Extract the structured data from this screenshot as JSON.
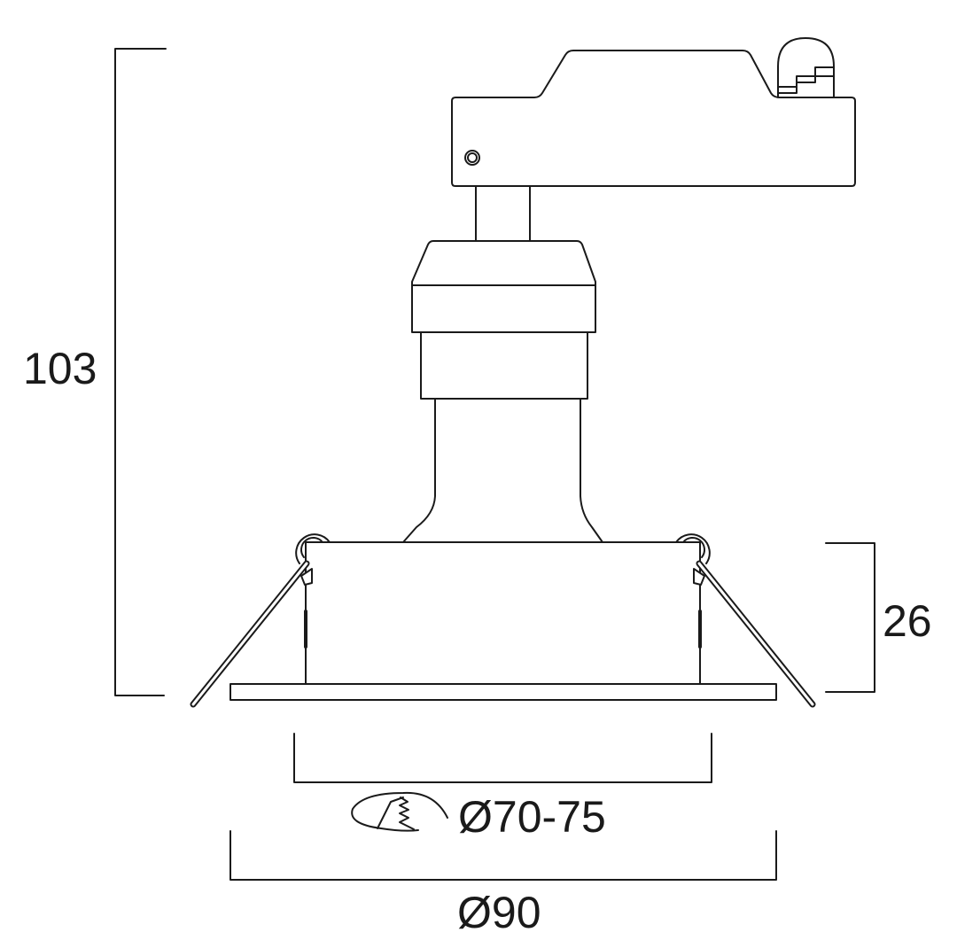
{
  "dimensions": {
    "height_total": "103",
    "height_visible": "26",
    "cutout": "Ø70-75",
    "outer_diameter": "Ø90"
  },
  "icons": {
    "cutout": "ceiling-cutout-icon"
  },
  "colors": {
    "line": "#1a1a1a",
    "background": "#ffffff"
  }
}
